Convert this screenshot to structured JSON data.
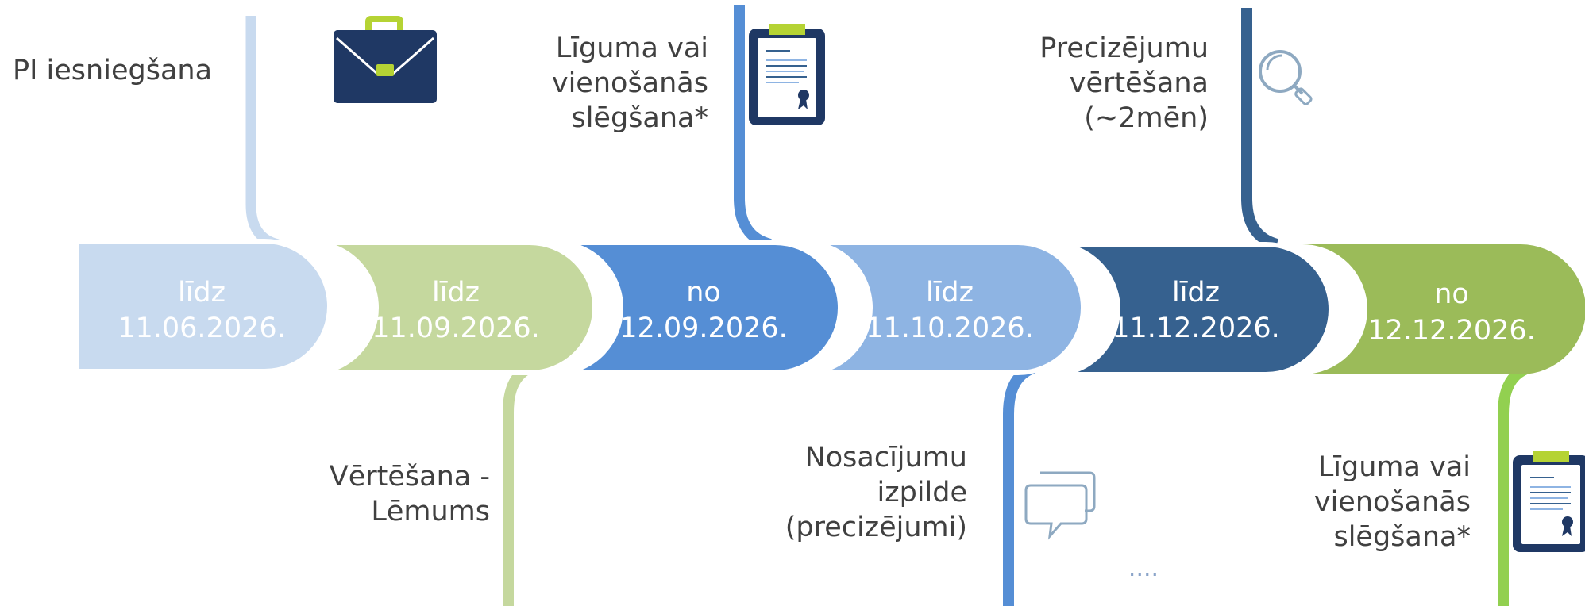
{
  "colors": {
    "stage1": "#c8daef",
    "stage2": "#c5d89e",
    "stage3": "#558ed5",
    "stage4": "#8eb4e3",
    "stage5": "#36618f",
    "stage6": "#9bbb59",
    "connector_green_bright": "#92d050",
    "icon_navy": "#1f3864",
    "icon_lime": "#b5d334",
    "icon_outline": "#8ea9c1",
    "label_text": "#404040"
  },
  "stages": [
    {
      "date_prefix": "līdz",
      "date": "11.06.2026.",
      "label": [
        "PI iesniegšana"
      ],
      "icon": "briefcase-icon"
    },
    {
      "date_prefix": "līdz",
      "date": "11.09.2026.",
      "label": [
        "Vērtēšana -",
        "Lēmums"
      ],
      "icon": ""
    },
    {
      "date_prefix": "no",
      "date": "12.09.2026.",
      "label": [
        "Līguma vai",
        "vienošanās",
        "slēgšana*"
      ],
      "icon": "contract-clipboard-icon"
    },
    {
      "date_prefix": "līdz",
      "date": "11.10.2026.",
      "label": [
        "Nosacījumu",
        "izpilde",
        "(precizējumi)"
      ],
      "icon": "chat-bubbles-icon"
    },
    {
      "date_prefix": "līdz",
      "date": "11.12.2026.",
      "label": [
        "Precizējumu",
        "vērtēšana",
        "(~2mēn)"
      ],
      "icon": "magnifier-icon"
    },
    {
      "date_prefix": "no",
      "date": "12.12.2026.",
      "label": [
        "Līguma vai",
        "vienošanās",
        "slēgšana*"
      ],
      "icon": "contract-clipboard-icon"
    }
  ],
  "ellipsis": "...."
}
